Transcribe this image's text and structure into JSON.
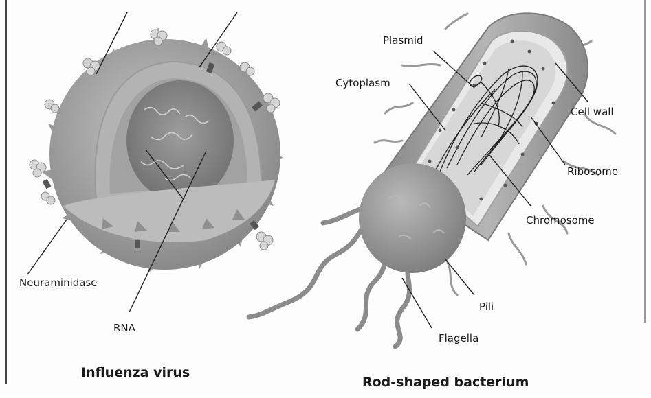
{
  "virus": {
    "caption": "Influenza virus",
    "labels": {
      "neuraminidase": "Neuraminidase",
      "rna": "RNA"
    }
  },
  "bacterium": {
    "caption": "Rod-shaped bacterium",
    "labels": {
      "plasmid": "Plasmid",
      "cytoplasm": "Cytoplasm",
      "cell_wall": "Cell wall",
      "ribosome": "Ribosome",
      "chromosome": "Chromosome",
      "pili": "Pili",
      "flagella": "Flagella"
    }
  },
  "colors": {
    "virus_envelope": "#a9a9a9",
    "virus_core": "#8d8d8d",
    "bacterium_body": "#9c9c9c",
    "bacterium_interior": "#e6e6e6",
    "leader_line": "#222222"
  }
}
